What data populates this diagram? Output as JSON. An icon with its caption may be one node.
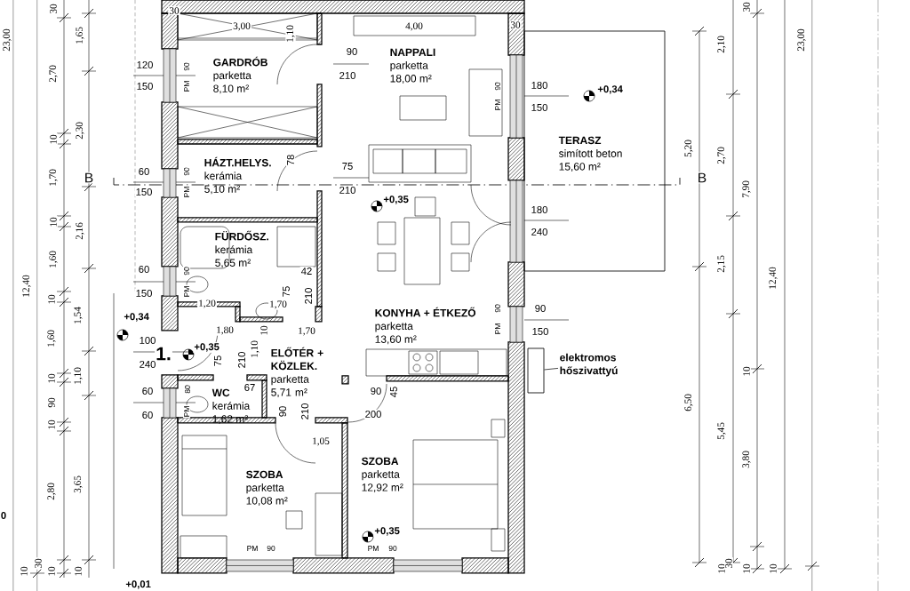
{
  "diagram": {
    "nodes": [
      {
        "text": [
          "GARDRÓB",
          "parketta",
          "8,10 m²"
        ]
      },
      {
        "text": [
          "NAPPALI",
          "parketta",
          "18,00 m²"
        ]
      },
      {
        "text": [
          "TERASZ",
          "simított beton",
          "15,60 m²"
        ]
      },
      {
        "text": [
          "HÁZT.HELYS.",
          "kerámia",
          "5,10 m²"
        ]
      },
      {
        "text": [
          "FÜRDŐSZ.",
          "kerámia",
          "5,65 m²"
        ]
      },
      {
        "text": [
          "KONYHA + ÉTKEZŐ",
          "parketta",
          "13,60 m²"
        ]
      },
      {
        "text": [
          "ELŐTÉR + KÖZLEK.",
          "parketta",
          "5,71 m²"
        ]
      },
      {
        "text": [
          "WC",
          "kerámia",
          "1,62 m²"
        ]
      },
      {
        "text": [
          "SZOBA",
          "parketta",
          "10,08 m²"
        ]
      },
      {
        "text": [
          "SZOBA",
          "parketta",
          "12,92 m²"
        ]
      },
      {
        "text": [
          "elektromos hőszivattyú"
        ]
      },
      {
        "text": [],
        "shape": "box"
      }
    ],
    "edges": [
      {
        "from": 10,
        "to": 11,
        "arrow": "none"
      }
    ],
    "labels": [
      "30",
      "30",
      "3,00",
      "4,00",
      "30",
      "30",
      "23,00",
      "1,65",
      "1,10",
      "2,10",
      "23,00",
      "90",
      "90",
      "120",
      "2,70",
      "210",
      "PM",
      "180",
      "150",
      "90",
      "+0,34",
      "PM",
      "150",
      "2,30",
      "10",
      "5,20",
      "2,70",
      "78",
      "75",
      "60",
      "90",
      "1,70",
      "B",
      "B",
      "7,90",
      "210",
      "PM",
      "150",
      "+0,35",
      "180",
      "10",
      "2,16",
      "240",
      "1,60",
      "2,15",
      "60",
      "42",
      "90",
      "12,40",
      "12,40",
      "75",
      "PM",
      "150",
      "210",
      "10",
      "1,20",
      "1,70",
      "90",
      "90",
      "1,54",
      "+0,34",
      "PM",
      "1,80",
      "10",
      "1,70",
      "150",
      "1,60",
      "100",
      "+0,35",
      "1,10",
      "1.",
      "75",
      "210",
      "240",
      "10",
      "1,10",
      "10",
      "67",
      "80",
      "90",
      "45",
      "60",
      "90",
      "90",
      "210",
      "6,50",
      "PM",
      "200",
      "60",
      "10",
      "5,45",
      "1,05",
      "3,80",
      "3,65",
      "2,80",
      "0",
      "+0,35",
      "PM",
      "90",
      "PM",
      "90",
      "10",
      "30",
      "10",
      "10",
      "10",
      "30",
      "10",
      "10",
      "+0,01"
    ]
  }
}
